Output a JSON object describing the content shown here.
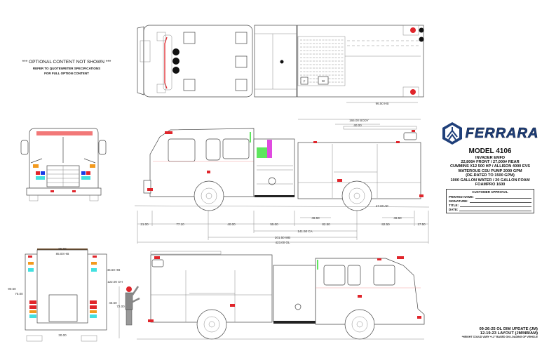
{
  "notice": {
    "headline": "*** OPTIONAL CONTENT NOT SHOWN ***",
    "line1": "REFER TO QUOTEWRITER SPECIFICATIONS",
    "line2": "FOR FULL OPTION CONTENT"
  },
  "title_block": {
    "brand": "FERRARA",
    "model": "MODEL 4106",
    "line1": "INVADER EMFD",
    "line2": "22,800# FRONT / 27,000# REAR",
    "line3": "CUMMINS X12 500 HP / ALLISON 4000 EVS",
    "line4": "WATEROUS CSU PUMP 2000 GPM",
    "line5": "(DE-RATED TO 1500 GPM)",
    "line6": "1000 GALLON WATER / 20 GALLON FOAM",
    "line7": "FOAMPRO 1600",
    "approval": {
      "heading": "CUSTOMER APPROVAL",
      "printed_name": "PRINTED NAME:",
      "signature": "SIGNATURE:",
      "title": "TITLE:",
      "date": "DATE:"
    }
  },
  "top_view": {
    "hose_bed_dim": "96.50 HB",
    "tank_labels": [
      "F",
      "W"
    ]
  },
  "side_view": {
    "body_dim": "165.00 BODY",
    "sub_dim": "40.00",
    "angle_dim": "47.00 AE",
    "row1": [
      "21.00",
      "77.10",
      "40.00",
      "55.00",
      "82.50",
      "82.50",
      "17.50"
    ],
    "compartment_dims": [
      "46.50",
      "46.50"
    ],
    "ca": "141.50 CA",
    "wb": "201.50 WB",
    "ol": "423.00 OL"
  },
  "rear_view": {
    "width_top": "95.00",
    "inner_width": "85.00 HB",
    "overall_height": "90.50",
    "height2": "75.00",
    "hb_height": "45.50 HB",
    "oh": "122.00 OH",
    "step": "45.50",
    "bottom_width": "30.00"
  },
  "figure": {
    "height": "72.00"
  },
  "revisions": {
    "rev1": "09-26-25 OL DIM UPDATE (JM)",
    "rev2": "12-19-23 LAYOUT (JM/NB/AM)",
    "disclaimer": "*HEIGHT COULD VARY +/-2\" BASED ON LOADING OF VEHICLE"
  },
  "colors": {
    "brand": "#1f3f7a",
    "warning_red": "#e0252b",
    "compartment_green": "#5ee65e",
    "compartment_magenta": "#e04be0"
  }
}
